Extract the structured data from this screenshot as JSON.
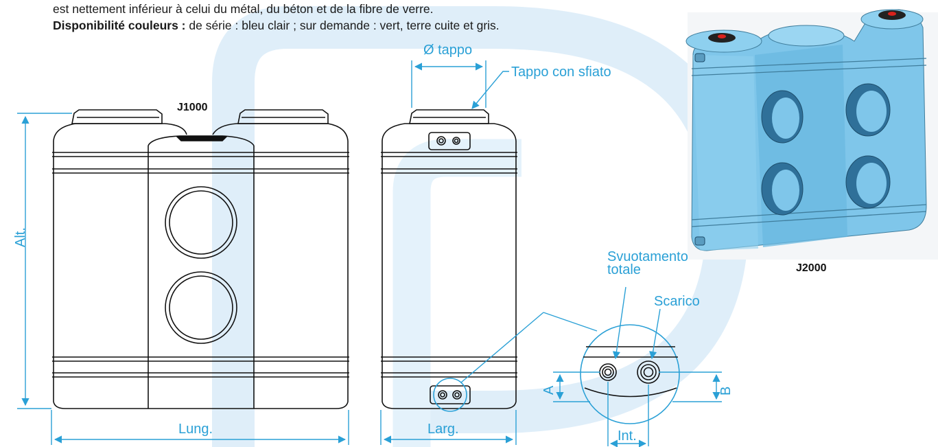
{
  "text": {
    "intro_line": "est nettement inférieur à celui du métal, du béton et de la fibre de verre.",
    "colors_label": "Disponibilité couleurs :",
    "colors_value": " de série : bleu clair ; sur demande : vert, terre cuite et gris."
  },
  "labels": {
    "diameter_cap": "Ø tappo",
    "cap_vent": "Tappo con sfiato",
    "model_front": "J1000",
    "model_3d": "J2000",
    "height": "Alt.",
    "length": "Lung.",
    "width": "Larg.",
    "full_drain_line1": "Svuotamento",
    "full_drain_line2": "totale",
    "drain": "Scarico",
    "dim_a": "A",
    "dim_b": "B",
    "distance": "Int."
  },
  "colors": {
    "accent": "#2aa0d6",
    "tank_blue": "#7ec8ec",
    "watermark": "#d6edf9"
  }
}
